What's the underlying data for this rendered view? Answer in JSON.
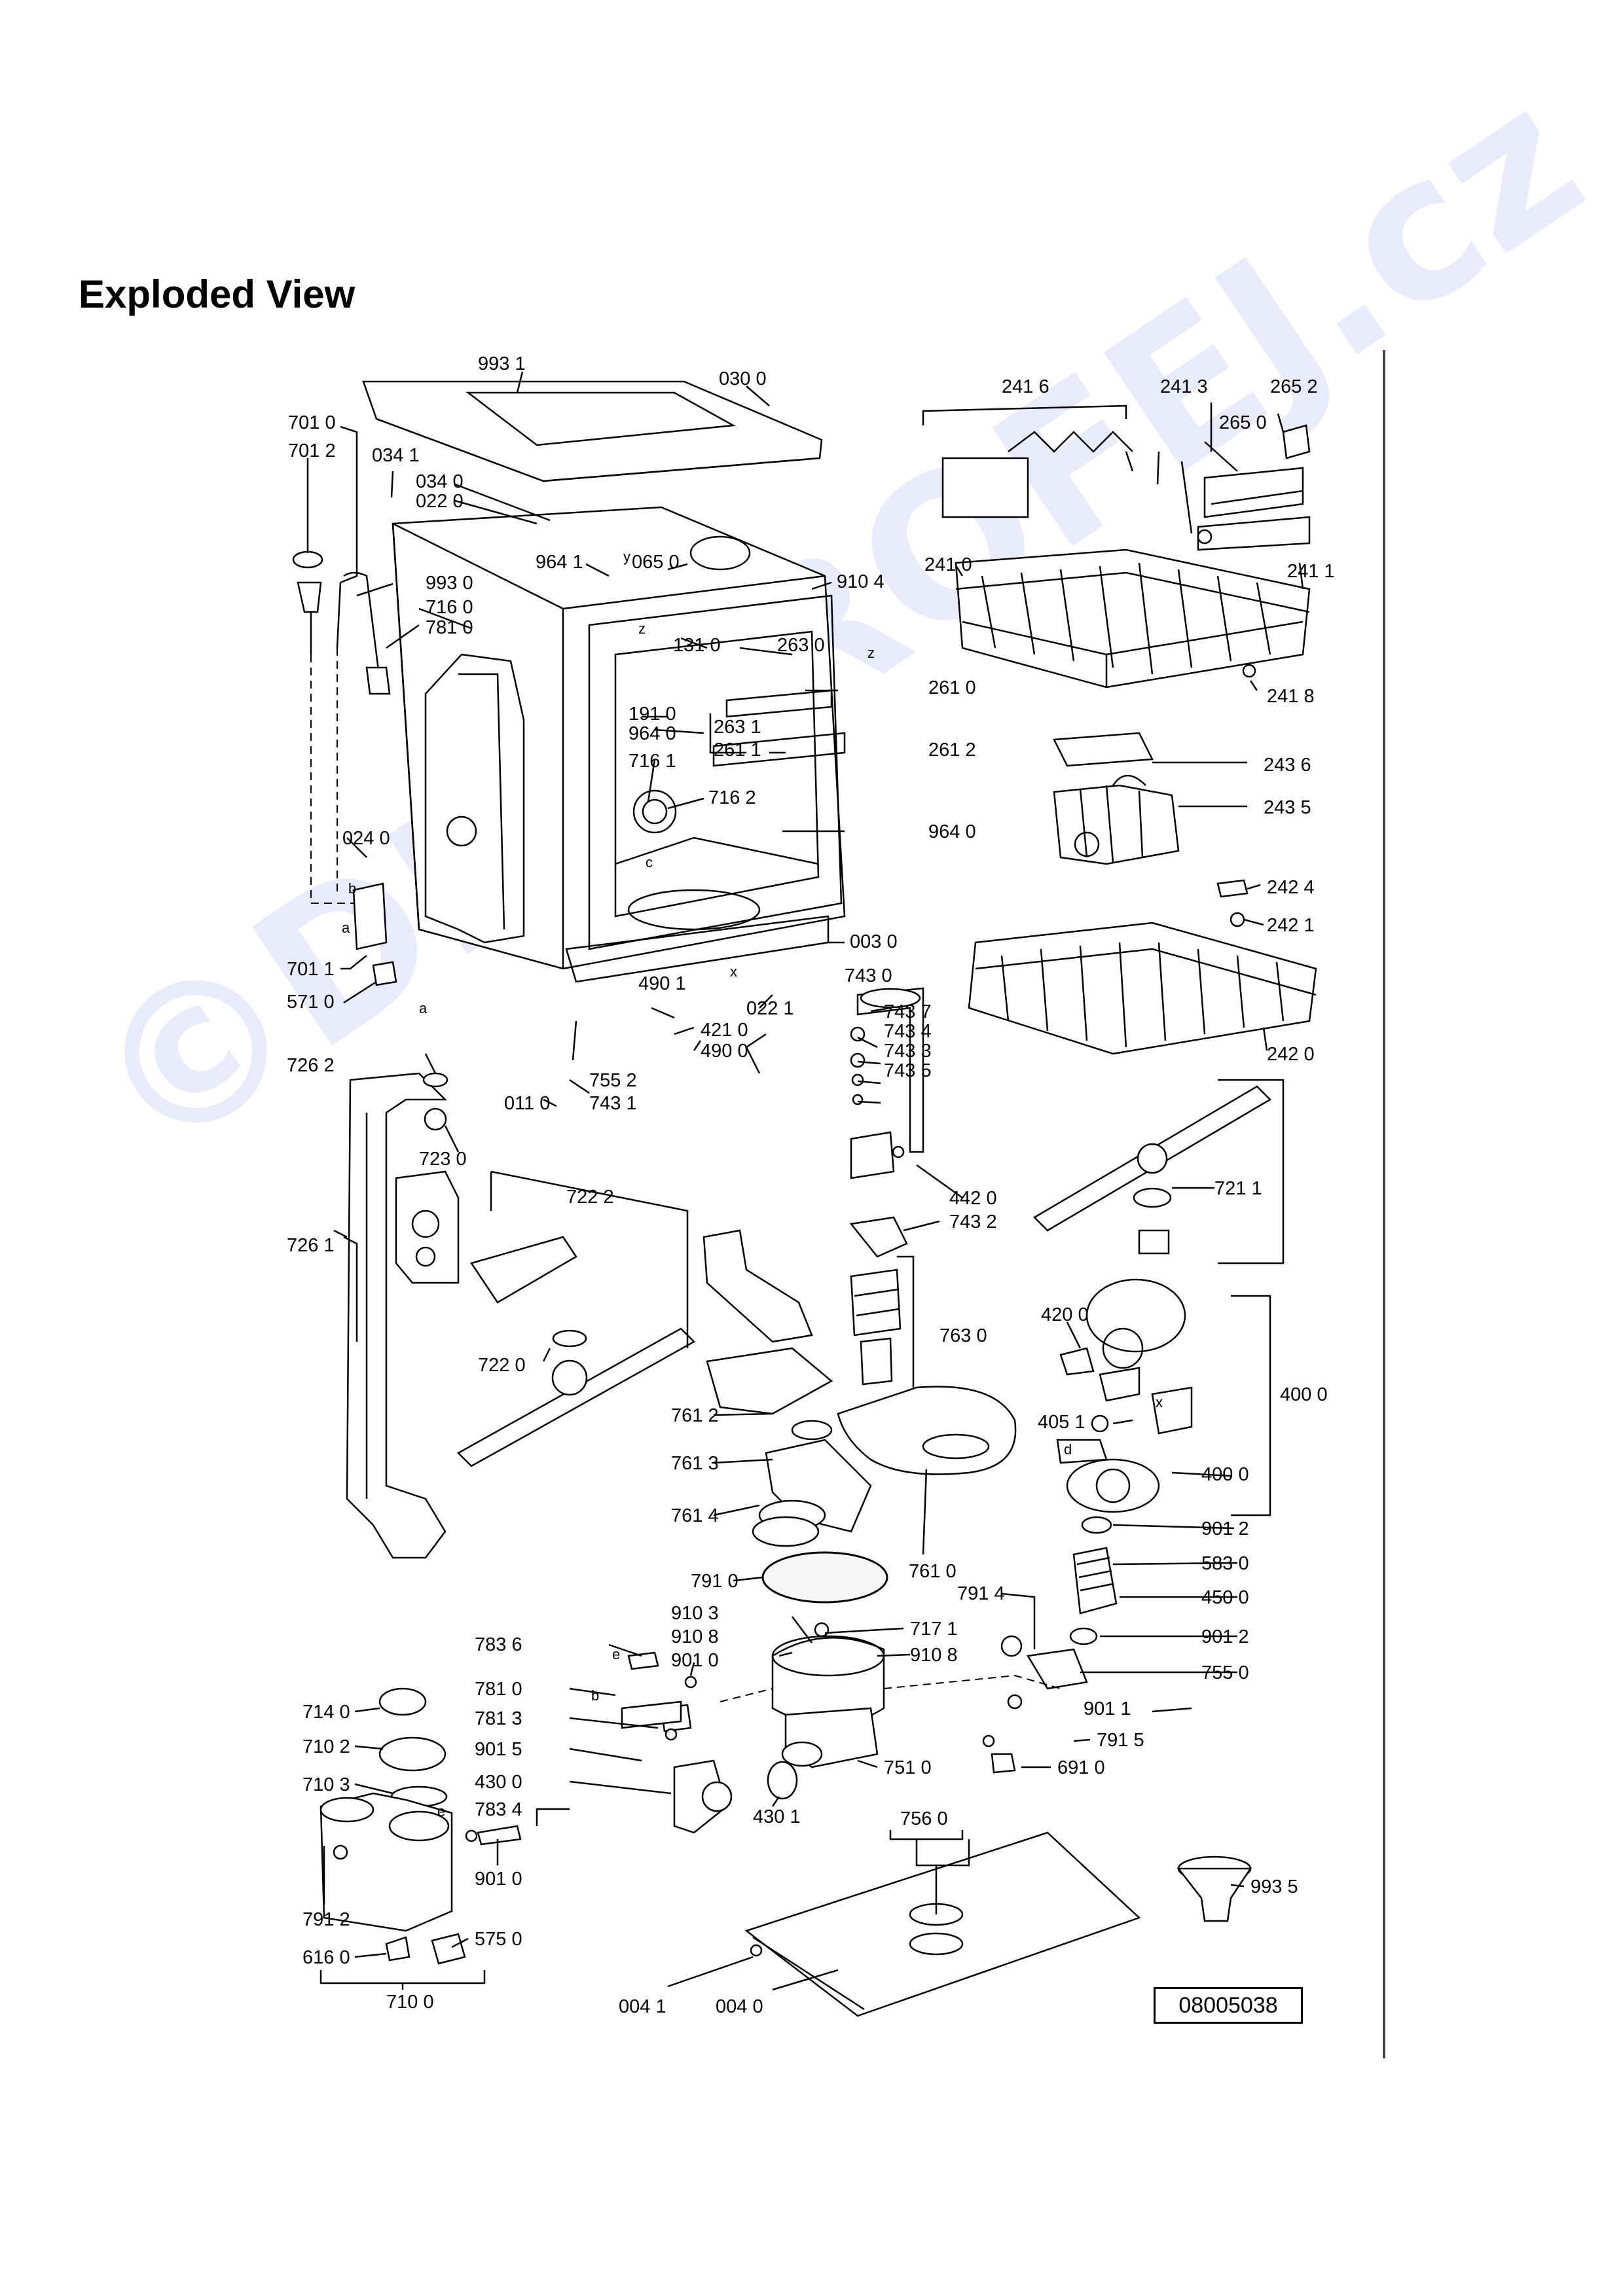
{
  "title": "Exploded View",
  "doc_number": "08005038",
  "watermark": "©DIY-PROFEJ.cz",
  "refs": {
    "top_cover": "993 1",
    "top_030": "030 0",
    "bracket_701": "701 0",
    "part_7012": "701 2",
    "part_0341": "034 1",
    "part_0340": "034 0",
    "part_0220": "022 0",
    "part_9930": "993 0",
    "part_7160": "716 0",
    "part_7810": "781 0",
    "part_9641": "964 1",
    "part_0650": "065 0",
    "part_9104": "910 4",
    "part_1310": "131 0",
    "part_2630": "263 0",
    "part_2610": "261 0",
    "part_1910": "191 0",
    "part_9640a": "964 0",
    "part_2631": "263 1",
    "part_2611": "261 1",
    "part_2612": "261 2",
    "part_7161": "716 1",
    "part_7162": "716 2",
    "part_9640b": "964 0",
    "part_0240": "024 0",
    "part_0030": "003 0",
    "part_7011": "701 1",
    "part_5710": "571 0",
    "part_4901": "490 1",
    "part_4210": "421 0",
    "part_4900": "490 0",
    "part_0221": "022 1",
    "part_7552": "755 2",
    "part_7431": "743 1",
    "part_0110": "011 0",
    "part_2416": "241 6",
    "part_2413": "241 3",
    "part_2652": "265 2",
    "part_2650": "265 0",
    "part_2410": "241 0",
    "part_2411": "241 1",
    "part_2418": "241 8",
    "part_2436": "243 6",
    "part_2435": "243 5",
    "part_2424": "242 4",
    "part_2421": "242 1",
    "part_2420": "242 0",
    "part_7430": "743 0",
    "part_7437": "743 7",
    "part_7434": "743 4",
    "part_7433": "743 3",
    "part_7435": "743 5",
    "part_4420": "442 0",
    "part_7432": "743 2",
    "part_7211": "721 1",
    "part_7262": "726 2",
    "part_7230": "723 0",
    "part_7222": "722 2",
    "part_7261": "726 1",
    "part_7220": "722 0",
    "part_7630": "763 0",
    "part_7612": "761 2",
    "part_7613": "761 3",
    "part_7614": "761 4",
    "part_7610": "761 0",
    "part_4200": "420 0",
    "part_4051": "405 1",
    "part_4000a": "400 0",
    "part_4000b": "400 0",
    "part_9012a": "901 2",
    "part_5830": "583 0",
    "part_4500": "450 0",
    "part_9012b": "901 2",
    "part_7550": "755 0",
    "part_7910": "791 0",
    "part_7914": "791 4",
    "part_9103": "910 3",
    "part_7171": "717 1",
    "part_9108a": "910 8",
    "part_9108b": "910 8",
    "part_9010a": "901 0",
    "part_7836": "783 6",
    "part_7810b": "781 0",
    "part_7813": "781 3",
    "part_9015": "901 5",
    "part_4300": "430 0",
    "part_4301": "430 1",
    "part_7510": "751 0",
    "part_9011": "901 1",
    "part_7915": "791 5",
    "part_6910": "691 0",
    "part_7834": "783 4",
    "part_9010b": "901 0",
    "part_7140": "714 0",
    "part_7102": "710 2",
    "part_7103": "710 3",
    "part_7912": "791 2",
    "part_6160": "616 0",
    "part_5750": "575 0",
    "part_7100": "710 0",
    "part_7560": "756 0",
    "part_9935": "993 5",
    "part_0041": "004 1",
    "part_0040": "004 0"
  },
  "letters": {
    "a1": "a",
    "a2": "a",
    "b1": "b",
    "b2": "b",
    "c": "c",
    "d": "d",
    "e1": "e",
    "e2": "e",
    "x1": "x",
    "x2": "x",
    "y": "y",
    "z1": "z",
    "z2": "z"
  }
}
